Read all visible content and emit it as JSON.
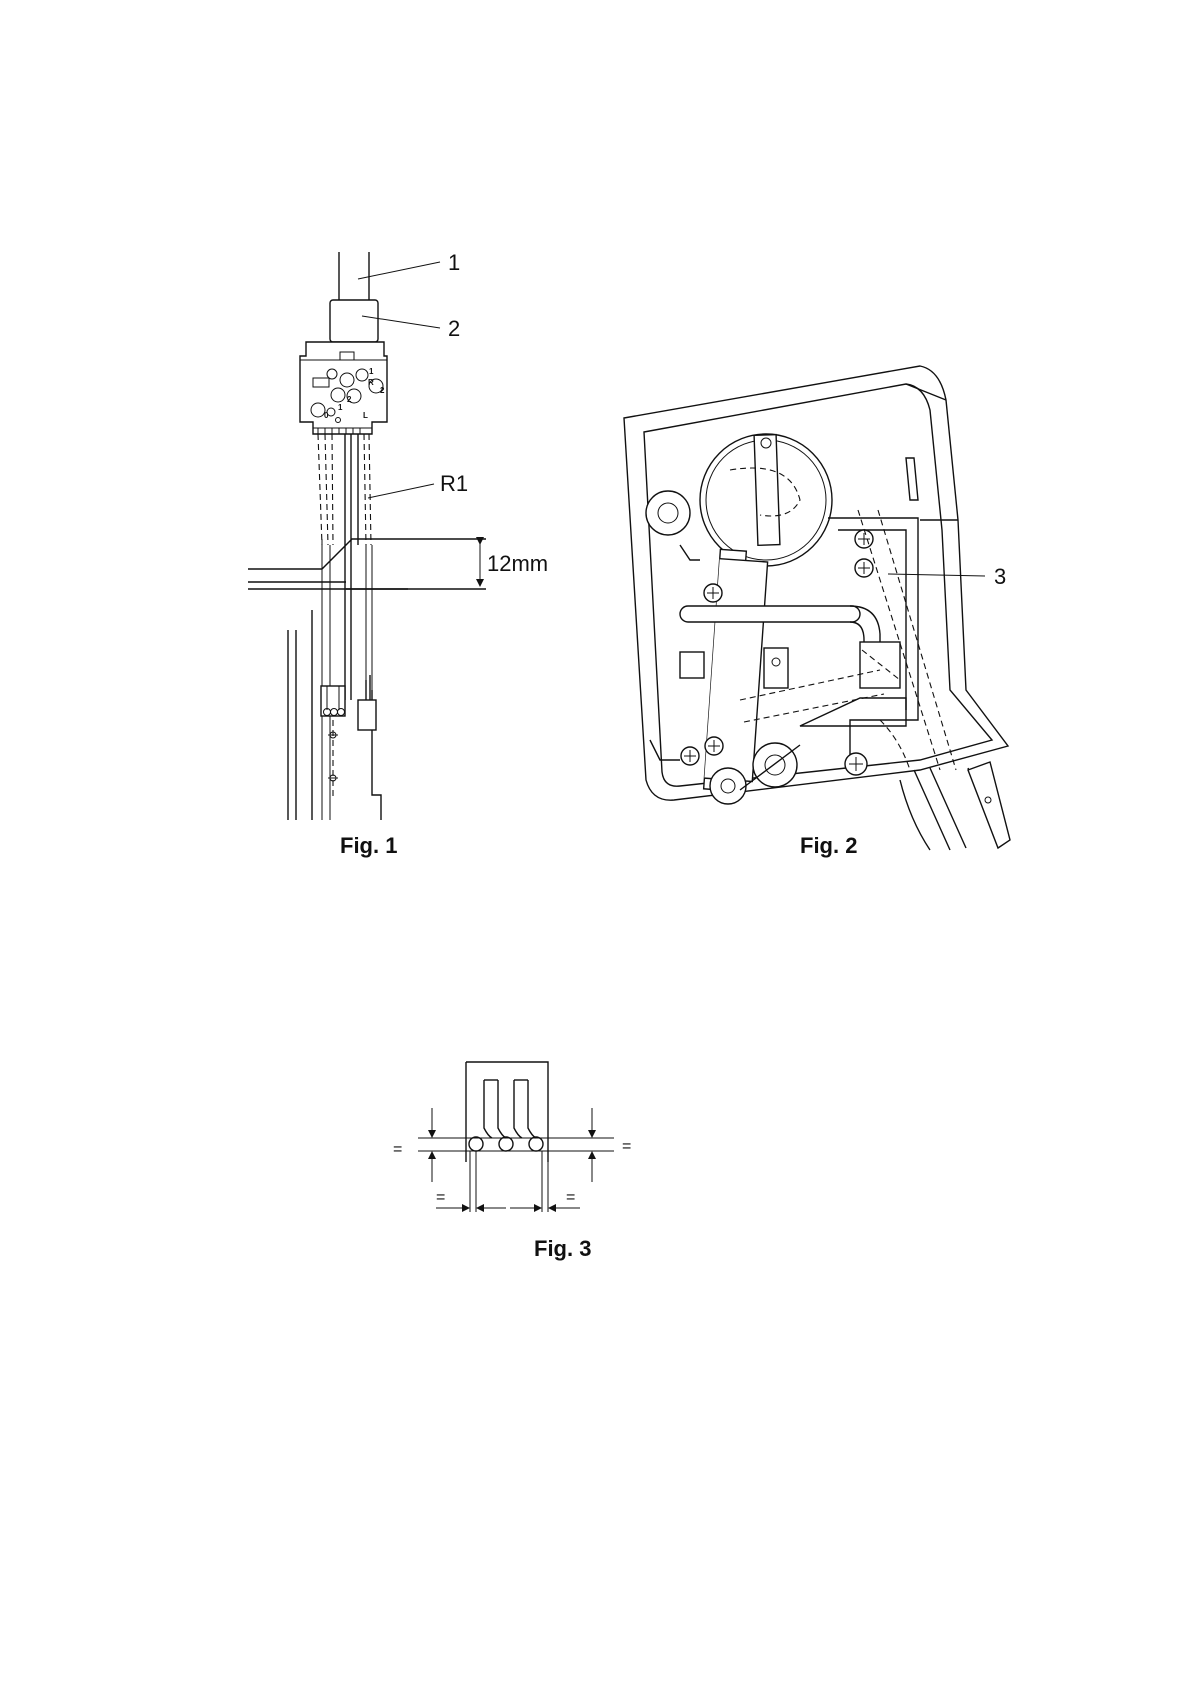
{
  "fig1": {
    "caption": "Fig. 1",
    "callouts": {
      "c1": "1",
      "c2": "2",
      "r1": "R1"
    },
    "dimension": "12mm",
    "dial": {
      "d1": "1",
      "dr": "R",
      "d2": "2",
      "d2b": "2",
      "d1b": "1",
      "d0": "0",
      "dl": "L"
    }
  },
  "fig2": {
    "caption": "Fig. 2",
    "callouts": {
      "c3": "3"
    }
  },
  "fig3": {
    "caption": "Fig. 3",
    "marks": {
      "eq_left": "=",
      "eq_right": "=",
      "eq_bottom_left": "=",
      "eq_bottom_right": "="
    }
  }
}
